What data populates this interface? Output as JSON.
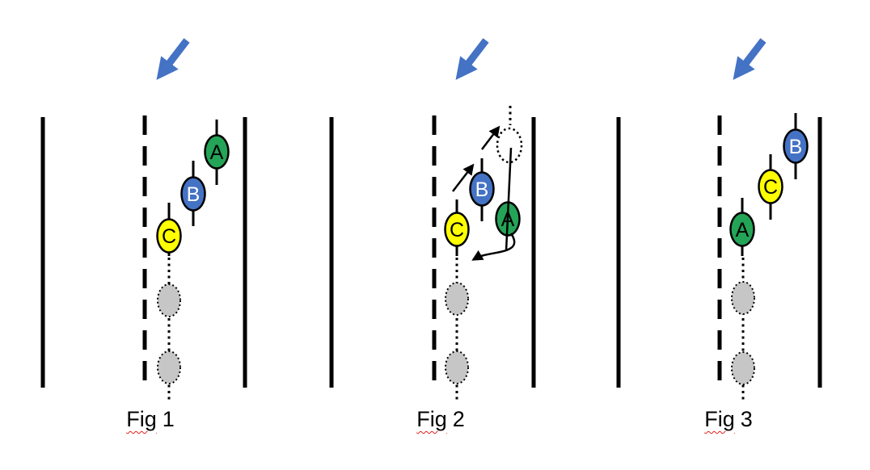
{
  "figures": [
    {
      "caption_word": "Fig",
      "caption_number": "1",
      "vehicles": {
        "a": "A",
        "b": "B",
        "c": "C"
      }
    },
    {
      "caption_word": "Fig",
      "caption_number": "2",
      "vehicles": {
        "a": "A",
        "b": "B",
        "c": "C"
      }
    },
    {
      "caption_word": "Fig",
      "caption_number": "3",
      "vehicles": {
        "a": "A",
        "b": "B",
        "c": "C"
      }
    }
  ],
  "colors": {
    "vehicle_a_fill": "#24A457",
    "vehicle_b_fill": "#4472C4",
    "vehicle_c_fill": "#FFFF00",
    "vehicle_b_text": "#FFFFFF",
    "vehicle_ac_text": "#000000",
    "ghost_fill": "#C6C6C6",
    "ghost_outline_fill": "#FFFFFF",
    "lane_line": "#000000",
    "direction_arrow": "#4472C4",
    "maneuver_arrow": "#000000",
    "caption_underline": "#E21D1D"
  }
}
